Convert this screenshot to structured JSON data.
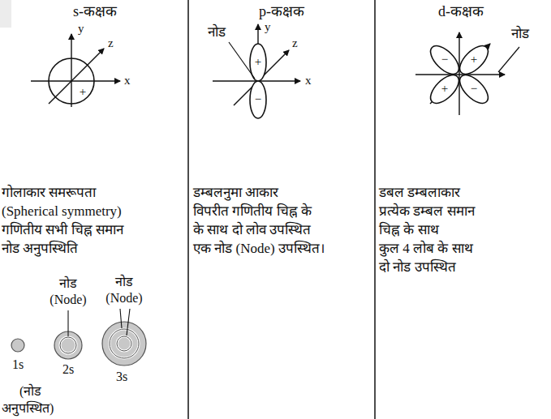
{
  "diagram": {
    "labels": [
      "s-कक्षक",
      "p-कक्षक",
      "d-कक्षक",
      "y",
      "z",
      "x",
      "+",
      "नोड",
      "y",
      "z",
      "x",
      "+",
      "−",
      "नोड",
      "−",
      "+",
      "+",
      "−",
      "गोलाकार समरूपता",
      "(Spherical symmetry)",
      "गणितीय सभी चिह्न समान",
      "नोड अनुपस्थिति",
      "डम्बलनुमा आकार",
      "विपरीत गणितीय चिह्न के",
      "के साथ दो लोव उपस्थित",
      "एक नोड (Node) उपस्थित।",
      "डबल डम्बलाकार",
      "प्रत्येक डम्बल समान",
      "चिह्न के साथ",
      "कुल 4 लोब के साथ",
      "दो नोड उपस्थित",
      "नोड",
      "(Node)",
      "नोड",
      "(Node)",
      "1s",
      "2s",
      "3s",
      "(नोड",
      "अनुपस्थित)"
    ]
  }
}
